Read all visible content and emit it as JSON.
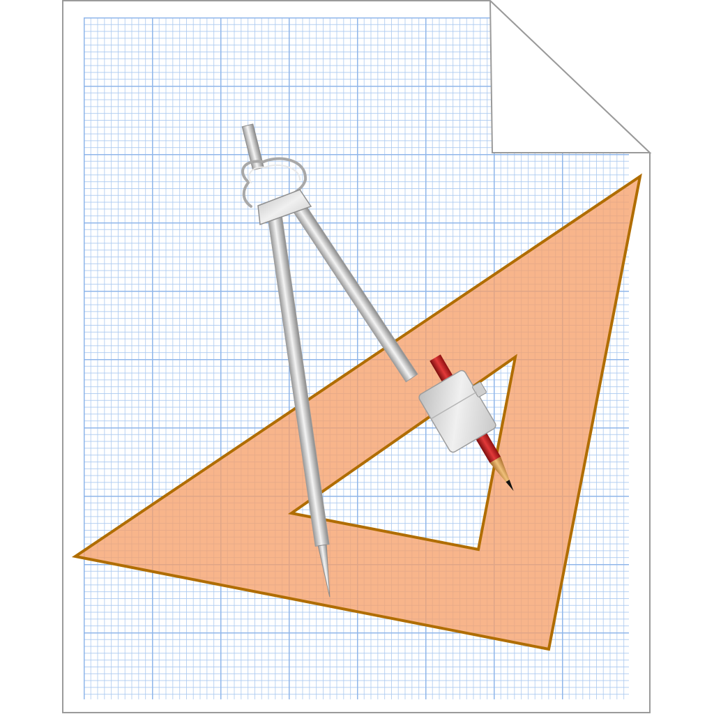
{
  "icon": {
    "name": "drafting-document-icon",
    "parts": [
      "graph-paper-sheet",
      "folded-corner",
      "set-square",
      "drawing-compass",
      "pencil"
    ]
  },
  "colors": {
    "paper": "#ffffff",
    "paper_border": "#9a9a9a",
    "grid_minor": "#a9c8f0",
    "grid_major": "#8fb6ea",
    "set_square_fill": "#f6a06a",
    "set_square_stroke": "#b06d00",
    "compass_metal_light": "#f2f2f2",
    "compass_metal_dark": "#8c8c8c",
    "pencil_red": "#c41c1c",
    "pencil_wood": "#d8a05a",
    "pencil_lead": "#111111"
  }
}
